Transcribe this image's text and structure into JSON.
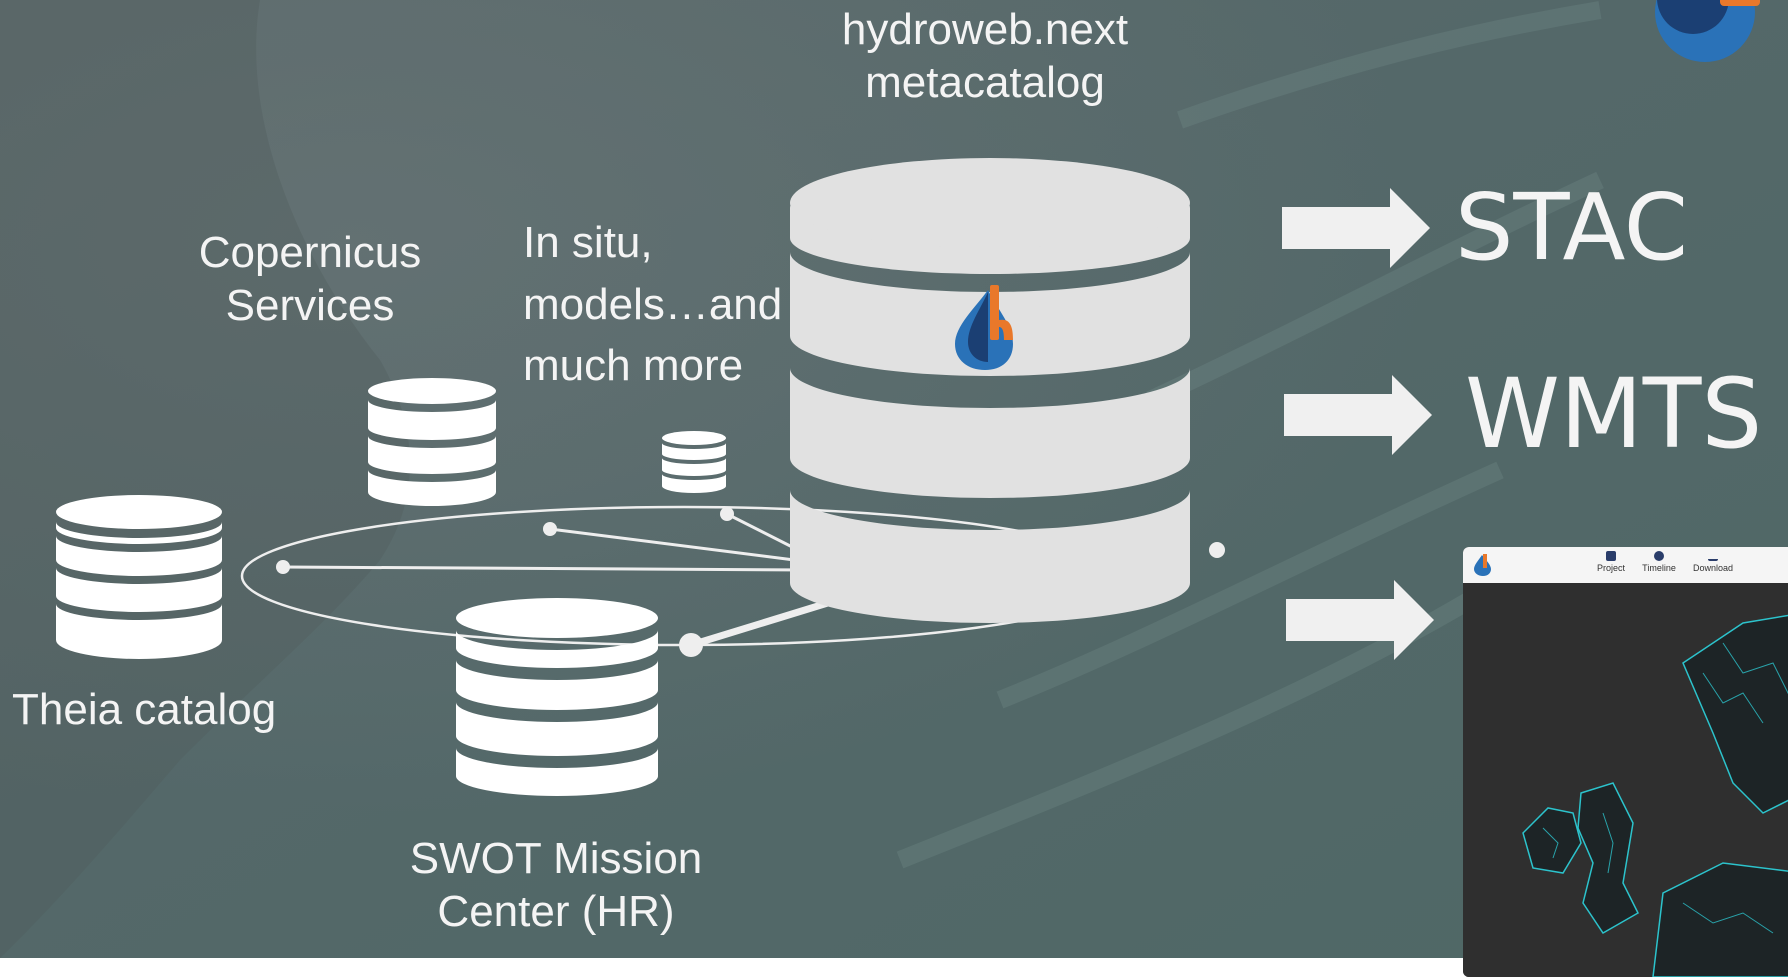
{
  "central": {
    "title_line1": "hydroweb.next",
    "title_line2": "metacatalog"
  },
  "sources": {
    "copernicus": {
      "line1": "Copernicus",
      "line2": "Services"
    },
    "insitu": {
      "line1": "In situ,",
      "line2": "models…and",
      "line3": "much more"
    },
    "theia": {
      "label": "Theia catalog"
    },
    "swot": {
      "line1": "SWOT Mission",
      "line2": "Center (HR)"
    }
  },
  "outputs": {
    "stac": "STAC",
    "wmts": "WMTS"
  },
  "app_preview": {
    "tabs": [
      "Project",
      "Timeline",
      "Download"
    ]
  },
  "colors": {
    "db_fill": "#e1e1e1",
    "text": "#f4f4f4",
    "logo_orange": "#e9782a",
    "logo_blue": "#2a72b8",
    "logo_dark": "#1b3f73"
  }
}
